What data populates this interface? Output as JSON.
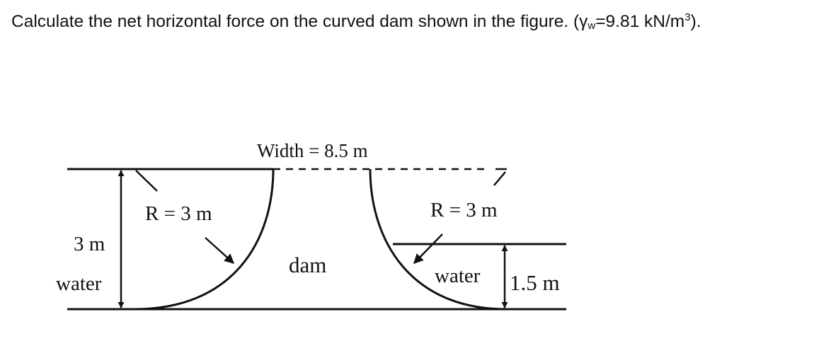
{
  "question": {
    "text": "Calculate the net horizontal force on the curved dam shown in the figure. (",
    "gamma_symbol": "γ",
    "gamma_sub": "w",
    "gamma_value": "=9.81 kN/m",
    "unit_exp": "3",
    "closing": ")."
  },
  "figure": {
    "width_label": "Width = 8.5 m",
    "left_radius_label": "R = 3 m",
    "right_radius_label": "R = 3 m",
    "left_depth_label": "3 m",
    "left_water_label": "water",
    "dam_label": "dam",
    "right_water_label": "water",
    "right_depth_label": "1.5 m"
  },
  "colors": {
    "line": "#111111",
    "text": "#111111",
    "background": "#ffffff"
  }
}
